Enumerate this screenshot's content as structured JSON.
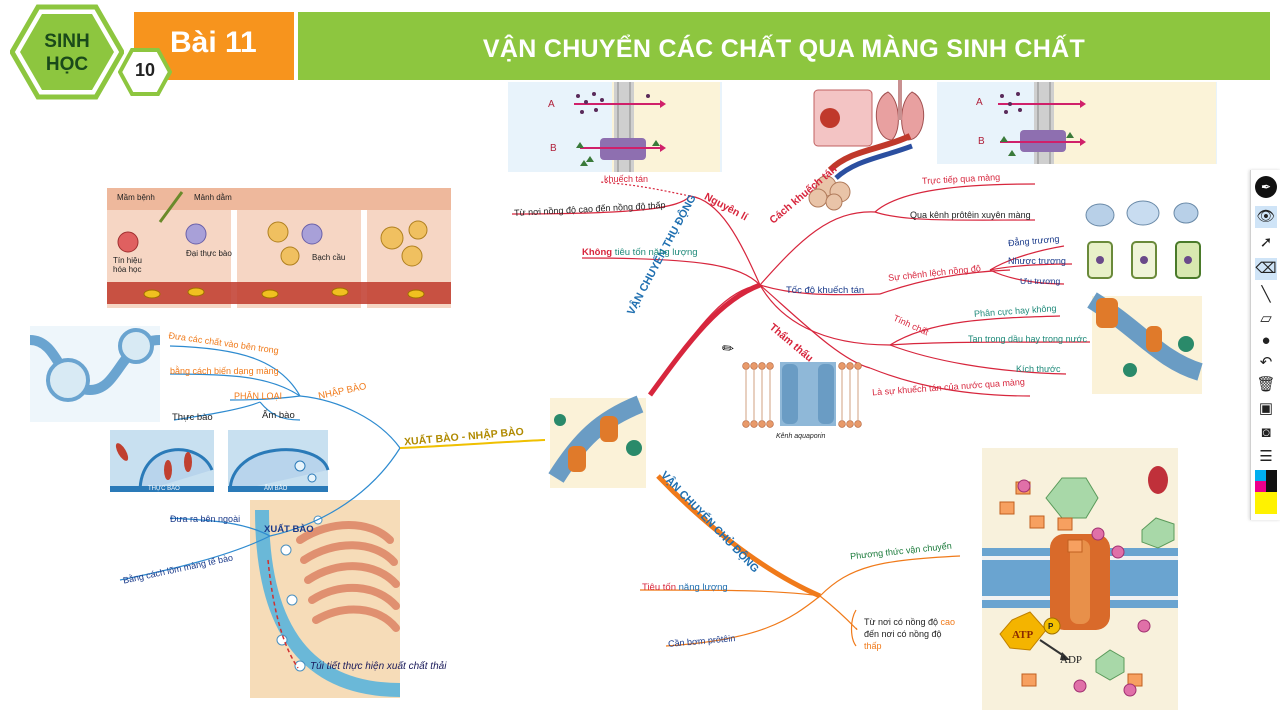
{
  "header": {
    "subject": "SINH HỌC",
    "grade": "10",
    "lesson": "Bài 11",
    "title": "VẬN CHUYỂN CÁC CHẤT QUA MÀNG SINH CHẤT"
  },
  "branches": {
    "passive": "VẬN CHUYỂN THỤ ĐỘNG",
    "active": "VẬN CHUYỂN CHỦ ĐỘNG",
    "exo_endo": "XUẤT BÀO - NHẬP BÀO"
  },
  "passive": {
    "principle": "Nguyên lí",
    "principle_sub": "khuếch tán",
    "principle_detail": "Từ nơi nồng độ cao đến nồng độ thấp",
    "energy_not": "Không",
    "energy_rest": "tiêu tốn năng lượng",
    "diffusion_way": "Cách khuếch tán",
    "direct": "Trực tiếp qua màng",
    "via_protein": "Qua kênh prôtêin xuyên màng",
    "speed": "Tốc độ khuếch tán",
    "conc_diff": "Sự chênh lệch nồng độ",
    "isotonic": "Đẳng trương",
    "hypotonic": "Nhược trương",
    "hypertonic": "Ưu trương",
    "nature": "Tính chất",
    "polarity": "Phân cực hay không",
    "solubility": "Tan trong dầu hay trong nước",
    "size": "Kích thước",
    "osmosis": "Thẩm thấu",
    "osmosis_def": "Là sự khuếch tán của nước qua màng",
    "aquaporin": "Kênh aquaporin"
  },
  "active": {
    "method": "Phương thức vận chuyển",
    "method_part1": "Từ nơi có nồng độ",
    "method_high": "cao",
    "method_part2": "đến",
    "method_part3": "nơi có nồng độ",
    "method_low": "thấp",
    "energy_a": "Tiêu tốn",
    "energy_b": "năng lượng",
    "pump": "Cần bơm prôtêin",
    "atp": "ATP",
    "adp": "ADP",
    "p": "P"
  },
  "exo_endo": {
    "endocytosis": "NHẬP BÀO",
    "bring_in": "Đưa các chất vào bên trong",
    "deform": "bằng cách biến dạng màng",
    "classify": "PHÂN LOẠI",
    "phago": "Thực bào",
    "pino": "Ẩm bào",
    "phago_caption": "THỰC BÀO",
    "pino_caption": "ẨM BÀO",
    "exocytosis": "XUẤT BÀO",
    "bring_out": "Đưa ra bên ngoài",
    "invaginate": "Bằng cách lõm màng tế bào",
    "golgi_caption": "Túi tiết thực hiện xuất chất thải"
  },
  "panels": {
    "label_a": "A",
    "label_b": "B",
    "germ": "Mầm bệnh",
    "splinter": "Mảnh dằm",
    "macrophage": "Đại thực bào",
    "chem_signal": "Tín hiệu hóa học",
    "leukocyte": "Bạch cầu"
  },
  "colors": {
    "banner": "#8dc63f",
    "orange": "#f7941d",
    "passive_branch": "#d7263d",
    "active_branch": "#f07a1a",
    "exo_branch": "#2e8bd0",
    "teal": "#1f8a7a"
  },
  "toolbar": [
    "pen-logo-icon",
    "eye-icon",
    "pointer-icon",
    "eraser-icon",
    "line-icon",
    "highlighter-icon",
    "dot-icon",
    "undo-icon",
    "trash-icon",
    "screen-icon",
    "camera-icon",
    "clipboard-icon",
    "palette-icon"
  ]
}
